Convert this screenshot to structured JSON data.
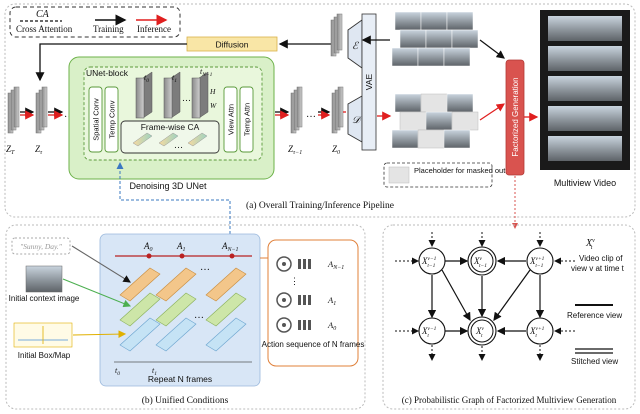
{
  "legend": {
    "ca_symbol": "CA",
    "ca_label": "Cross Attention",
    "training_label": "Training",
    "inference_label": "Inference"
  },
  "pipeline": {
    "diffusion_label": "Diffusion",
    "unet_block_label": "UNet-block",
    "spatial_conv": "Spatial Conv",
    "temp_conv": "Temp Conv",
    "frame_wise_ca": "Frame-wise CA",
    "view_attn": "View Attn",
    "temp_attn": "Temp Attn",
    "denoising_label": "Denoising 3D UNet",
    "vae_label": "VAE",
    "encoder": "ℰ",
    "decoder": "𝒟",
    "factorized_label": "Factorized Generation",
    "placeholder_label": "Placeholder for masked out view",
    "multiview_label": "Multiview Video",
    "z_T": "Z",
    "z_T_sub": "T",
    "z_tau": "Z",
    "z_tau_sub": "τ",
    "z_tau1": "Z",
    "z_tau1_sub": "τ−1",
    "z_0": "Z",
    "z_0_sub": "0",
    "t0": "t",
    "t0_sub": "0",
    "t1": "t",
    "t1_sub": "1",
    "tN1": "t",
    "tN1_sub": "N−1",
    "H": "H",
    "W": "W",
    "ellipsis": "…"
  },
  "captions": {
    "a": "(a) Overall Training/Inference Pipeline",
    "b": "(b) Unified Conditions",
    "c": "(c) Probabilistic Graph of Factorized Multiview Generation"
  },
  "conditions": {
    "prompt": "\"Sunny, Day.\"",
    "context_image": "Initial context image",
    "box_map": "Initial Box/Map",
    "repeat": "Repeat N frames",
    "action_sequence": "Action sequence of N frames",
    "A0": "A",
    "A0_sub": "0",
    "A1": "A",
    "A1_sub": "1",
    "AN1": "A",
    "AN1_sub": "N−1",
    "t0": "t",
    "t0_sub": "0",
    "t1": "t",
    "t1_sub": "1"
  },
  "graph": {
    "node_a_sup": "v−1",
    "node_a_sub": "t−1",
    "node_b_sup": "v",
    "node_b_sub": "t−1",
    "node_c_sup": "v+1",
    "node_c_sub": "t−1",
    "node_d_sup": "v−1",
    "node_d_sub": "t",
    "node_e_sup": "v",
    "node_e_sub": "t",
    "node_f_sup": "v+1",
    "node_f_sub": "t",
    "legend_symbol": "X",
    "legend_sup": "v",
    "legend_sub": "t",
    "legend_text_1": "Video clip of",
    "legend_text_2": "view v at time t",
    "reference_view": "Reference view",
    "stitched_view": "Stitched view"
  },
  "colors": {
    "green_fill": "#d9f0c8",
    "green_stroke": "#6db24a",
    "blue_fill": "#d8e6f6",
    "orange_stroke": "#e0803a",
    "red_arrow": "#e01f1f",
    "factorized_fill": "#d9534f"
  }
}
